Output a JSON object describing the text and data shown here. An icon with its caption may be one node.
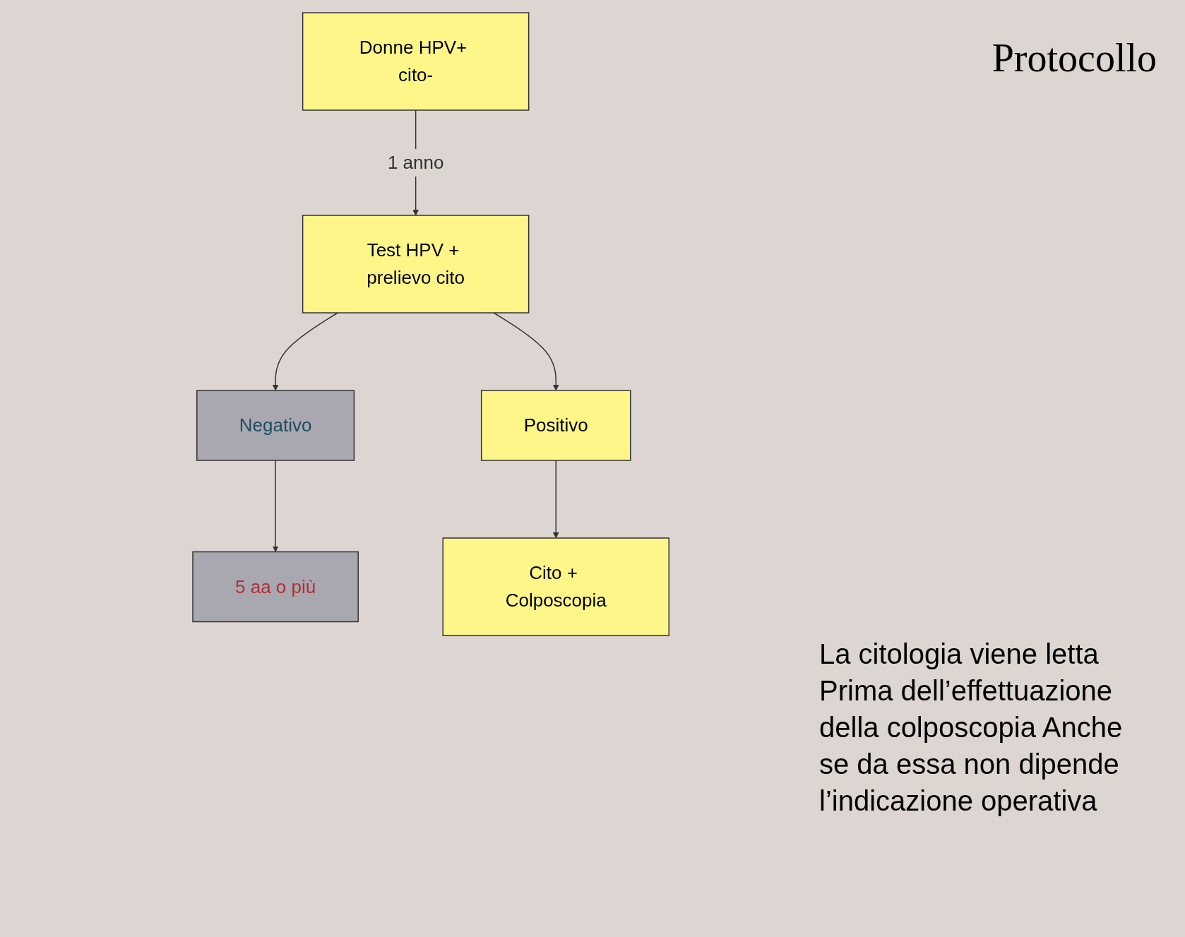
{
  "diagram": {
    "title": "Protocollo",
    "nodes": [
      {
        "text": [
          "Donne HPV+ cito-"
        ]
      },
      {
        "text": [
          "Test HPV + prelievo cito"
        ]
      },
      {
        "text": [
          "Negativo"
        ]
      },
      {
        "text": [
          "Positivo"
        ]
      },
      {
        "text": [
          "5 aa o più"
        ]
      },
      {
        "text": [
          "Cito + Colposcopia"
        ]
      }
    ],
    "edges": [
      {
        "from": 0,
        "to": 1,
        "arrow": "to",
        "label": "1 anno"
      },
      {
        "from": 1,
        "to": 2,
        "arrow": "to"
      },
      {
        "from": 1,
        "to": 3,
        "arrow": "to"
      },
      {
        "from": 2,
        "to": 4,
        "arrow": "to"
      },
      {
        "from": 3,
        "to": 5,
        "arrow": "to"
      }
    ],
    "labels": [
      "La citologia viene letta Prima dell’effettuazione della colposcopia Anche se da essa non dipende l’indicazione operativa"
    ]
  }
}
